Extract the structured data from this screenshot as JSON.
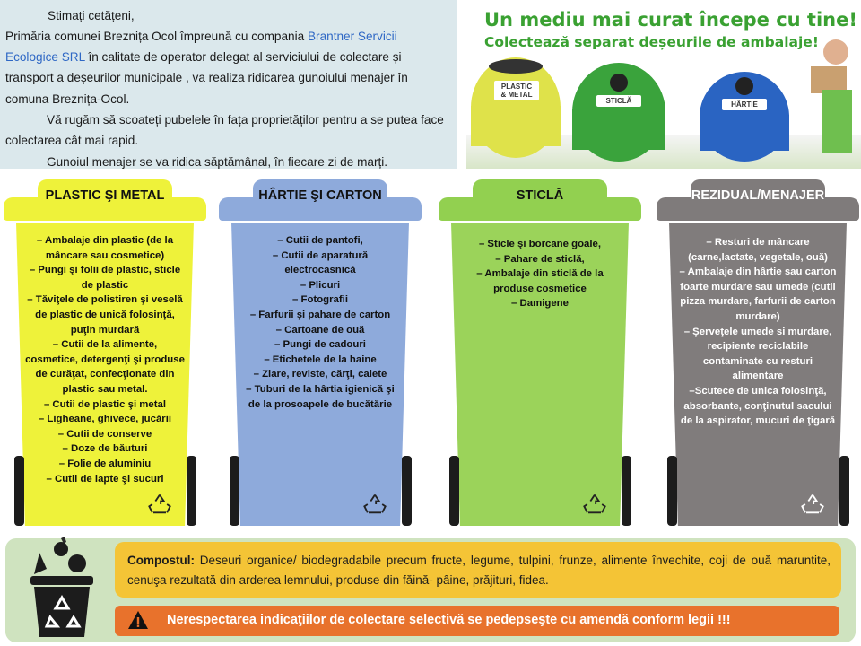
{
  "notice": {
    "line1": "Stimați cetățeni,",
    "line2_a": "Primăria comunei Breznița Ocol împreună cu compania",
    "company": " Brantner Servicii Ecologice SRL ",
    "line2_b": " în calitate  de operator delegat al serviciului de colectare și transport a deșeurilor municipale , va realiza ridicarea gunoiului menajer în comuna Breznița-Ocol.",
    "line3": "Vă rugăm să scoateți pubelele în fața proprietăților pentru a se putea face colectarea cât mai rapid.",
    "line4": "Gunoiul menajer se va ridica săptămânal, în fiecare zi de marți."
  },
  "banner": {
    "title": "Un mediu mai curat începe cu tine!",
    "subtitle": "Colectează separat deșeurile de ambalaje!",
    "bins": [
      "PLASTIC & METAL",
      "STICLĂ",
      "HÂRTIE"
    ]
  },
  "bins": [
    {
      "title": "PLASTIC ŞI METAL",
      "color": "#eef23a",
      "lid_color": "#eef23a",
      "items": "– Ambalaje din plastic (de la mâncare sau cosmetice)\n– Pungi şi folii de plastic, sticle de plastic\n– Tăviţele de polistiren şi veselă de plastic de unică folosinţă, puţin murdară\n– Cutii de la alimente, cosmetice, detergenţi şi produse de curăţat, confecţionate din plastic sau metal.\n– Cutii de plastic şi metal\n– Ligheane, ghivece, jucării\n– Cutii de conserve\n– Doze de băuturi\n– Folie de aluminiu\n– Cutii de lapte şi sucuri"
    },
    {
      "title": "HÂRTIE ŞI CARTON",
      "color": "#8eaadb",
      "lid_color": "#8eaadb",
      "items": "– Cutii de pantofi,\n– Cutii de aparatură electrocasnică\n– Plicuri\n– Fotografii\n– Farfurii  şi pahare de carton\n– Cartoane de ouă\n– Pungi de cadouri\n– Etichetele de la haine\n– Ziare, reviste, cărţi, caiete\n– Tuburi de la hârtia igienică şi de la prosoapele de bucătărie"
    },
    {
      "title": "STICLĂ",
      "color": "#9bd35a",
      "lid_color": "#92d050",
      "items": "– Sticle şi borcane goale,\n– Pahare de sticlă,\n– Ambalaje din sticlă de la produse cosmetice\n– Damigene"
    },
    {
      "title": "REZIDUAL/MENAJER",
      "color": "#807c7c",
      "lid_color": "#7f7b7b",
      "items": "– Resturi de mâncare (carne,lactate, vegetale, ouă)\n– Ambalaje din hârtie sau carton foarte murdare sau umede (cutii pizza murdare, farfurii de carton murdare)\n– Şerveţele umede si murdare, recipiente reciclabile contaminate cu resturi alimentare\n–Scutece de unica folosinţă, absorbante, conţinutul sacului de la aspirator, mucuri de ţigară"
    }
  ],
  "compost": {
    "label": "Compostul:",
    "text": " Deseuri organice/ biodegradabile precum fructe, legume, tulpini, frunze, alimente învechite, coji de ouă maruntite, cenuşa rezultată din arderea lemnului, produse din făină- pâine, prăjituri, fidea."
  },
  "warning": {
    "text": "Nerespectarea indicaţiilor de colectare selectivă se pedepseşte cu amendă conform legii !!!"
  },
  "icons": {
    "recycle": "recycle-icon",
    "warning": "warning-icon",
    "compost_bin": "compost-bin-icon"
  }
}
